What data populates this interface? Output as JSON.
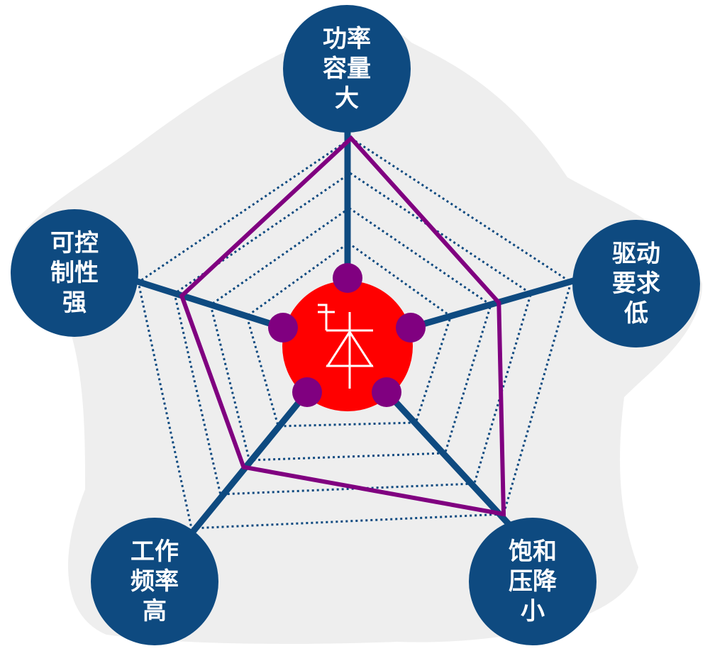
{
  "diagram": {
    "axes": [
      {
        "id": "power",
        "label": "功率\n容量\n大"
      },
      {
        "id": "drive",
        "label": "驱动\n要求\n低"
      },
      {
        "id": "saturation",
        "label": "饱和\n压降\n小"
      },
      {
        "id": "frequency",
        "label": "工作\n频率\n高"
      },
      {
        "id": "control",
        "label": "可控\n制性\n强"
      }
    ],
    "levels": 5,
    "profile": [
      1.0,
      0.55,
      1.0,
      0.55,
      0.7
    ],
    "center_icon": "thyristor-icon"
  },
  "colors": {
    "background_blob": "#eeeeee",
    "axis_line": "#0e4a80",
    "label_circle": "#0e4a80",
    "grid_dotted": "#0e4a80",
    "profile_line": "#800080",
    "node_dot": "#800080",
    "center_disk": "#ff0000",
    "center_symbol": "#ffffff"
  }
}
